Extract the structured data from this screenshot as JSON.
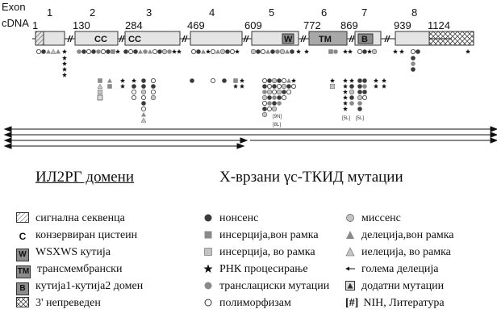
{
  "header": {
    "exon_label": "Exon",
    "cdna_label": "cDNA",
    "exon_numbers": [
      "1",
      "2",
      "3",
      "4",
      "5",
      "6",
      "7",
      "8"
    ],
    "cdna_positions": [
      "1",
      "130",
      "284",
      "469",
      "609",
      "772",
      "869",
      "939",
      "1124"
    ]
  },
  "domain_labels": {
    "cc1": "CC",
    "cc2": "CC",
    "wsxws": "W",
    "tm": "TM",
    "box": "B"
  },
  "mutation_tags": {
    "exon5": "[9N]",
    "exon5b": "[8L]",
    "exon7a": "[5L]",
    "exon7b": "[5L]"
  },
  "headings": {
    "domains": "ИЛ2РГ домени",
    "mutations": "X-врзани γc-ТКИД мутации"
  },
  "legend_domains": [
    {
      "icon": "hatch-icon",
      "text": "сигнална секвенца"
    },
    {
      "icon": "c-letter-icon",
      "symbol": "C",
      "text": "конзервиран цистеин"
    },
    {
      "icon": "w-box-icon",
      "symbol": "W",
      "text": "WSXWS кутија"
    },
    {
      "icon": "tm-box-icon",
      "symbol": "TM",
      "text": "трансмембрански"
    },
    {
      "icon": "b-box-icon",
      "symbol": "B",
      "text": "кутија1-кутија2 домен"
    },
    {
      "icon": "crosshatch-icon",
      "text": "3' непреведен"
    }
  ],
  "legend_mutations_mid": [
    {
      "icon": "dark-circle-icon",
      "text": "нонсенс"
    },
    {
      "icon": "gray-square-icon",
      "text": "инсерција,вон рамка"
    },
    {
      "icon": "light-square-icon",
      "text": "инсерција, во рамка"
    },
    {
      "icon": "star-icon",
      "text": "РНК процесирање"
    },
    {
      "icon": "gray-circle-icon",
      "text": "транслациски мутации"
    },
    {
      "icon": "open-circle-icon",
      "text": "полиморфизам"
    }
  ],
  "legend_mutations_right": [
    {
      "icon": "light-circle-icon",
      "text": "миссенс"
    },
    {
      "icon": "gray-triangle-icon",
      "text": "делеција,вон рамка"
    },
    {
      "icon": "light-triangle-icon",
      "text": "иелеција, во рамка"
    },
    {
      "icon": "arrow-icon",
      "text": "голема делеција"
    },
    {
      "icon": "boxed-triangle-icon",
      "text": "додатни мутации"
    },
    {
      "icon": "bracket-icon",
      "symbol": "[#]",
      "text": "NIH, Литература"
    }
  ],
  "colors": {
    "exon_fill": "#e4e4e4",
    "domain_dark": "#8c8c8c",
    "domain_mid": "#a8a8a8",
    "dark_symbol": "#3a3a3a",
    "gray_symbol": "#8a8a8a",
    "light_symbol": "#c4c4c4"
  }
}
